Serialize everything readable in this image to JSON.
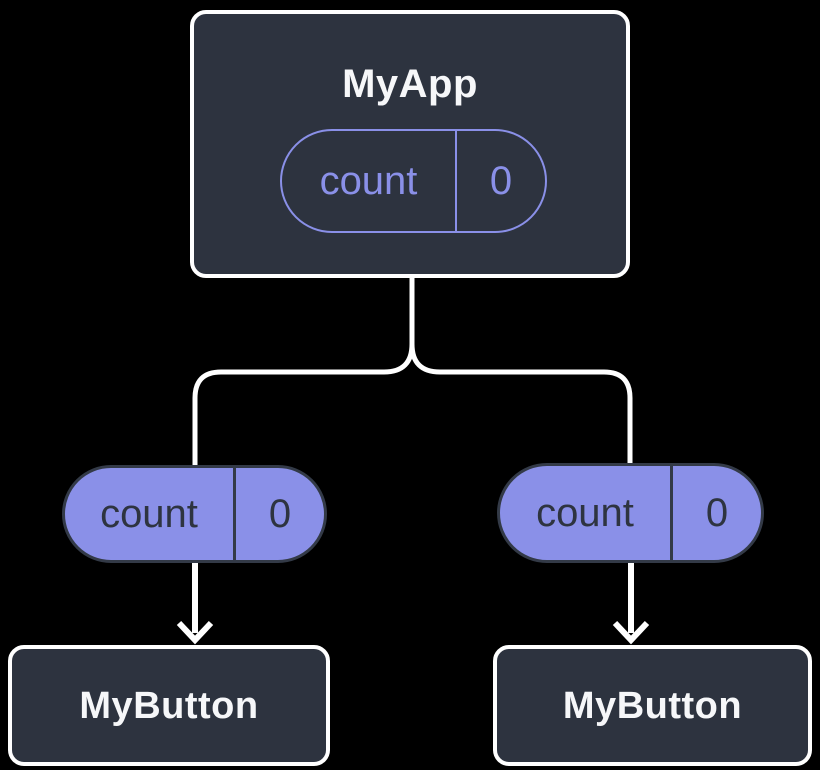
{
  "colors": {
    "background": "#000000",
    "node_fill": "#2d333f",
    "node_border": "#ffffff",
    "node_text": "#f6f7f9",
    "accent_purple": "#8a90e8",
    "pill_fill": "#8a90e8",
    "pill_dark_border": "#333a47",
    "pill_dark_text": "#2e3440",
    "connector": "#ffffff"
  },
  "tree": {
    "root": {
      "title": "MyApp",
      "state_pill": {
        "label": "count",
        "value": "0"
      }
    },
    "children": [
      {
        "title": "MyButton",
        "prop_pill": {
          "label": "count",
          "value": "0"
        }
      },
      {
        "title": "MyButton",
        "prop_pill": {
          "label": "count",
          "value": "0"
        }
      }
    ]
  }
}
